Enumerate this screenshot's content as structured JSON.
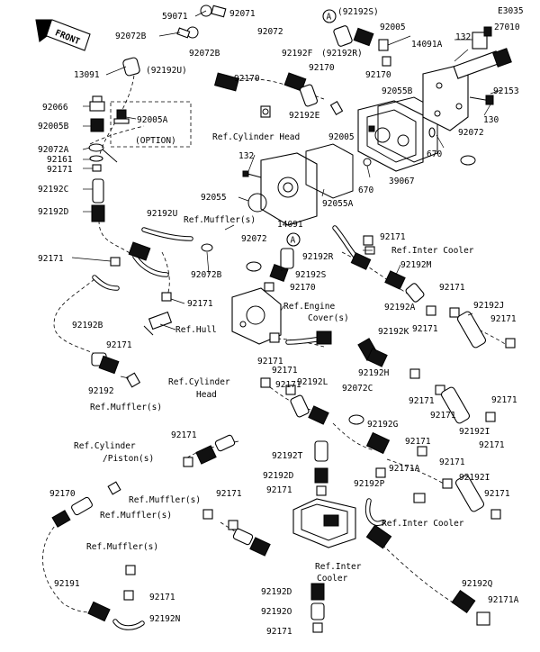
{
  "diagram_id": "E3035",
  "front_label": "FRONT",
  "option_label": "(OPTION)",
  "callout_a": "A",
  "parts": {
    "p59071": "59071",
    "p92071_top": "92071",
    "p92072B_a": "92072B",
    "p92072B_b": "92072B",
    "p92072B_c": "92072B",
    "p92192U_a": "(92192U)",
    "p92192U_b": "92192U",
    "p13091": "13091",
    "p92192S_a": "(92192S)",
    "p92192S_b": "92192S",
    "p92192R_a": "(92192R)",
    "p92192R_b": "92192R",
    "p92005_a": "92005",
    "p92005_b": "92005",
    "p27010": "27010",
    "p14091A": "14091A",
    "p132_a": "132",
    "p132_b": "132",
    "p92072_a": "92072",
    "p92072_b": "92072",
    "p92072_c": "92072",
    "p92192F": "92192F",
    "p92170_a": "92170",
    "p92170_b": "92170",
    "p92170_c": "92170",
    "p92170_d": "92170",
    "p92170_e": "92170",
    "p92153": "92153",
    "p92066": "92066",
    "p92005B": "92005B",
    "p92005A": "92005A",
    "p92192E": "92192E",
    "p92055B": "92055B",
    "p130": "130",
    "p92072A": "92072A",
    "p92161": "92161",
    "p670_a": "670",
    "p670_b": "670",
    "p39067": "39067",
    "p92192C": "92192C",
    "p92055": "92055",
    "p92055A": "92055A",
    "p14091": "14091",
    "p92192D_a": "92192D",
    "p92192D_b": "92192D",
    "p92192D_c": "92192D",
    "p92192M": "92192M",
    "p92192A": "92192A",
    "p92192J": "92192J",
    "p92192B": "92192B",
    "p92192": "92192",
    "p92192K": "92192K",
    "p92192H": "92192H",
    "p92192L": "92192L",
    "p92072C": "92072C",
    "p92192G": "92192G",
    "p92192I_a": "92192I",
    "p92192I_b": "92192I",
    "p92192T": "92192T",
    "p92171A_a": "92171A",
    "p92171A_b": "92171A",
    "p92192P": "92192P",
    "p92192Q": "92192Q",
    "p92191": "92191",
    "p92192N": "92192N",
    "p92192O": "92192O",
    "p92192O_d": "92192D",
    "p92171": "92171"
  },
  "refs": {
    "cyl_head_top": "Ref.Cylinder Head",
    "muffler_top": "Ref.Muffler(s)",
    "inter_cooler_a": "Ref.Inter Cooler",
    "engine_cover_1": "Ref.Engine",
    "engine_cover_2": "Cover(s)",
    "hull": "Ref.Hull",
    "muffler_left": "Ref.Muffler(s)",
    "cyl_head_mid_1": "Ref.Cylinder",
    "cyl_head_mid_2": "Head",
    "cyl_piston_1": "Ref.Cylinder",
    "cyl_piston_2": "/Piston(s)",
    "muffler_b": "Ref.Muffler(s)",
    "muffler_c": "Ref.Muffler(s)",
    "inter_cooler_b": "Ref.Inter Cooler",
    "muffler_d": "Ref.Muffler(s)",
    "inter_cooler_c1": "Ref.Inter",
    "inter_cooler_c2": "Cooler"
  }
}
